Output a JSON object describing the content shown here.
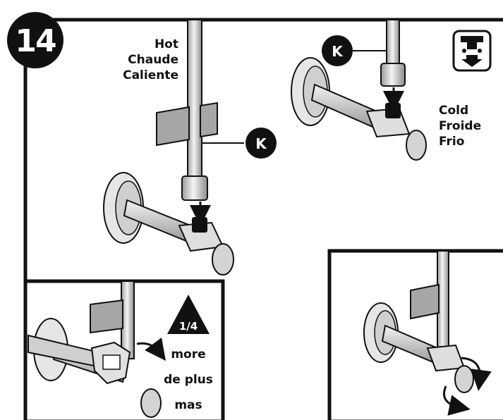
{
  "step": {
    "number": "14"
  },
  "hot_label": {
    "line1": "Hot",
    "line2": "Chaude",
    "line3": "Caliente"
  },
  "cold_label": {
    "line1": "Cold",
    "line2": "Froide",
    "line3": "Frio"
  },
  "callouts": {
    "hot_part": "K",
    "cold_part": "K"
  },
  "tighten": {
    "fraction": "1/4",
    "line1": "more",
    "line2": "de plus",
    "line3": "mas"
  },
  "icons": {
    "step": "step-number-badge",
    "faucet": "faucet-down-arrow-icon",
    "rotate": "rotate-arrows-icon",
    "wrench": "wrench-icon"
  },
  "colors": {
    "line": "#111111",
    "metal": "#d8d8d8",
    "flag": "#a6a6a6",
    "nut": "#111111"
  }
}
